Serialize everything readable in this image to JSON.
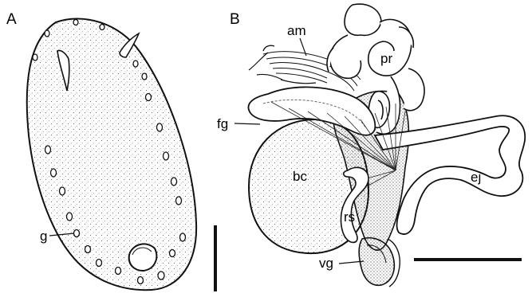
{
  "panels": {
    "a": {
      "letter": "A",
      "labels": {
        "gland": "g"
      }
    },
    "b": {
      "letter": "B",
      "labels": {
        "ampulla": "am",
        "prostate": "pr",
        "female_gland": "fg",
        "bursa_copulatrix": "bc",
        "ejaculatory_duct": "ej",
        "receptaculum": "rs",
        "vagina": "vg"
      }
    }
  },
  "colors": {
    "ink": "#111111",
    "paper": "#ffffff",
    "stipple": "#333333"
  }
}
